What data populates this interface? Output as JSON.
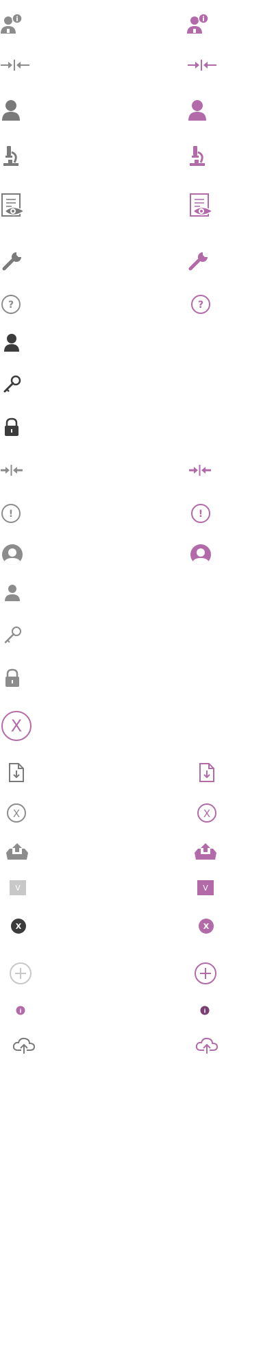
{
  "colors": {
    "gray": "#8c8c8c",
    "gray_dark": "#7a7a7a",
    "dark": "#3c3c3c",
    "light_gray": "#c8c8c8",
    "pink": "#b36aa8",
    "purple_dark": "#7a3f72",
    "white": "#ffffff"
  },
  "icons": [
    "user-info-icon",
    "collapse-horizontal-icon",
    "user-icon",
    "microscope-icon",
    "document-view-icon",
    "wrench-icon",
    "help-circle-icon",
    "user-icon",
    "key-icon",
    "lock-icon",
    "collapse-horizontal-icon",
    "alert-circle-icon",
    "user-circle-icon",
    "user-icon",
    "key-icon",
    "lock-icon",
    "close-circle-icon",
    "file-download-icon",
    "close-circle-icon",
    "upload-tray-icon",
    "v-square-icon",
    "x-badge-icon",
    "add-circle-icon",
    "info-dot-icon",
    "cloud-upload-icon"
  ],
  "glyphs": {
    "help": "?",
    "alert": "!",
    "info": "i",
    "x": "X",
    "v": "V"
  }
}
